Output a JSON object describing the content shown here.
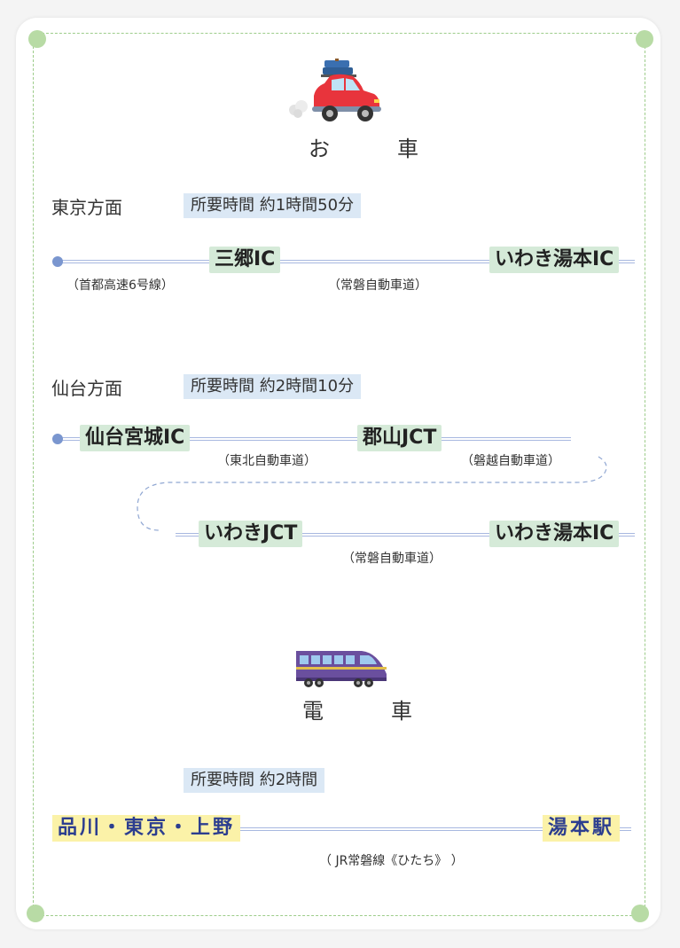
{
  "car": {
    "label": "お　車",
    "tokyo": {
      "region": "東京方面",
      "time": "所要時間 約1時間50分",
      "stops": [
        "三郷IC",
        "いわき湯本IC"
      ],
      "notes": [
        "（首都高速6号線）",
        "（常磐自動車道）"
      ]
    },
    "sendai": {
      "region": "仙台方面",
      "time": "所要時間 約2時間10分",
      "stops": [
        "仙台宮城IC",
        "郡山JCT",
        "いわきJCT",
        "いわき湯本IC"
      ],
      "notes": [
        "（東北自動車道）",
        "（磐越自動車道）",
        "（常磐自動車道）"
      ]
    }
  },
  "train": {
    "label": "電　車",
    "time": "所要時間 約2時間",
    "stops": [
      "品川・東京・上野",
      "湯本駅"
    ],
    "note": "（ JR常磐線《ひたち》 ）"
  },
  "colors": {
    "border_dash": "#9dcc8a",
    "stop_bg": "#d5ead8",
    "time_bg": "#dbe8f5",
    "train_stop_bg": "#fbf2a8",
    "route_line": "#a8b8e0",
    "car_body": "#e8343c",
    "train_body": "#6a4f9e"
  },
  "icons": [
    "car-icon",
    "train-icon"
  ]
}
